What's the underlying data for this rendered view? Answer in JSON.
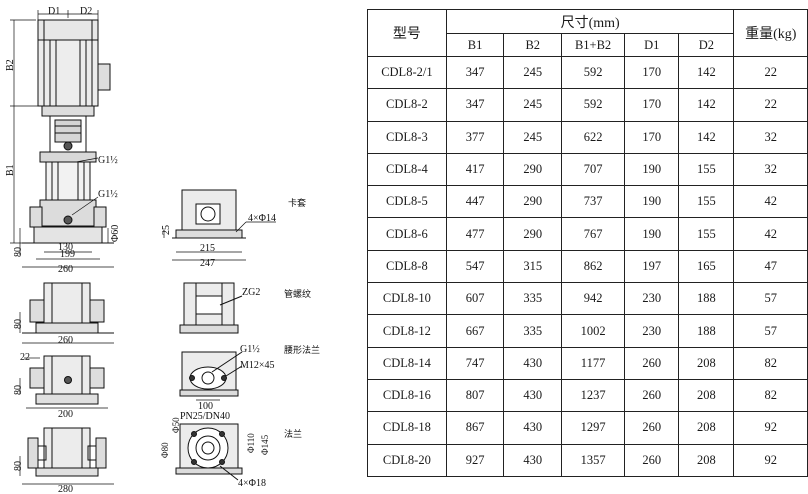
{
  "drawing": {
    "dims": {
      "d1": "D1",
      "d2": "D2",
      "b2": "B2",
      "b1": "B1",
      "w130": "130",
      "w199": "199",
      "w260": "260",
      "h80": "80",
      "phi60": "Φ60",
      "w215": "215",
      "w247": "247",
      "h25": "25",
      "holes": "4×Φ14",
      "zg2": "ZG2",
      "w260b": "260",
      "h80b": "80",
      "w22": "22",
      "w200": "200",
      "h80c": "80",
      "m12": "M12×45",
      "w100": "100",
      "pn": "PN25/DN40",
      "w280": "280",
      "h80d": "80",
      "phi50": "Φ50",
      "phi80": "Φ80",
      "phi110": "Φ110",
      "phi145": "Φ145",
      "holes18": "4×Φ18"
    },
    "threads": {
      "g_upper": "G1½",
      "g_lower": "G1½",
      "g_oval": "G1½"
    },
    "labels": {
      "clamp": "卡套",
      "pipe_thread": "管螺纹",
      "oval_flange": "腰形法兰",
      "flange": "法兰"
    }
  },
  "table": {
    "headers": {
      "model": "型号",
      "size": "尺寸(mm)",
      "weight": "重量(kg)",
      "cols": [
        "B1",
        "B2",
        "B1+B2",
        "D1",
        "D2"
      ]
    },
    "rows": [
      [
        "CDL8-2/1",
        "347",
        "245",
        "592",
        "170",
        "142",
        "22"
      ],
      [
        "CDL8-2",
        "347",
        "245",
        "592",
        "170",
        "142",
        "22"
      ],
      [
        "CDL8-3",
        "377",
        "245",
        "622",
        "170",
        "142",
        "32"
      ],
      [
        "CDL8-4",
        "417",
        "290",
        "707",
        "190",
        "155",
        "32"
      ],
      [
        "CDL8-5",
        "447",
        "290",
        "737",
        "190",
        "155",
        "42"
      ],
      [
        "CDL8-6",
        "477",
        "290",
        "767",
        "190",
        "155",
        "42"
      ],
      [
        "CDL8-8",
        "547",
        "315",
        "862",
        "197",
        "165",
        "47"
      ],
      [
        "CDL8-10",
        "607",
        "335",
        "942",
        "230",
        "188",
        "57"
      ],
      [
        "CDL8-12",
        "667",
        "335",
        "1002",
        "230",
        "188",
        "57"
      ],
      [
        "CDL8-14",
        "747",
        "430",
        "1177",
        "260",
        "208",
        "82"
      ],
      [
        "CDL8-16",
        "807",
        "430",
        "1237",
        "260",
        "208",
        "82"
      ],
      [
        "CDL8-18",
        "867",
        "430",
        "1297",
        "260",
        "208",
        "92"
      ],
      [
        "CDL8-20",
        "927",
        "430",
        "1357",
        "260",
        "208",
        "92"
      ]
    ]
  }
}
